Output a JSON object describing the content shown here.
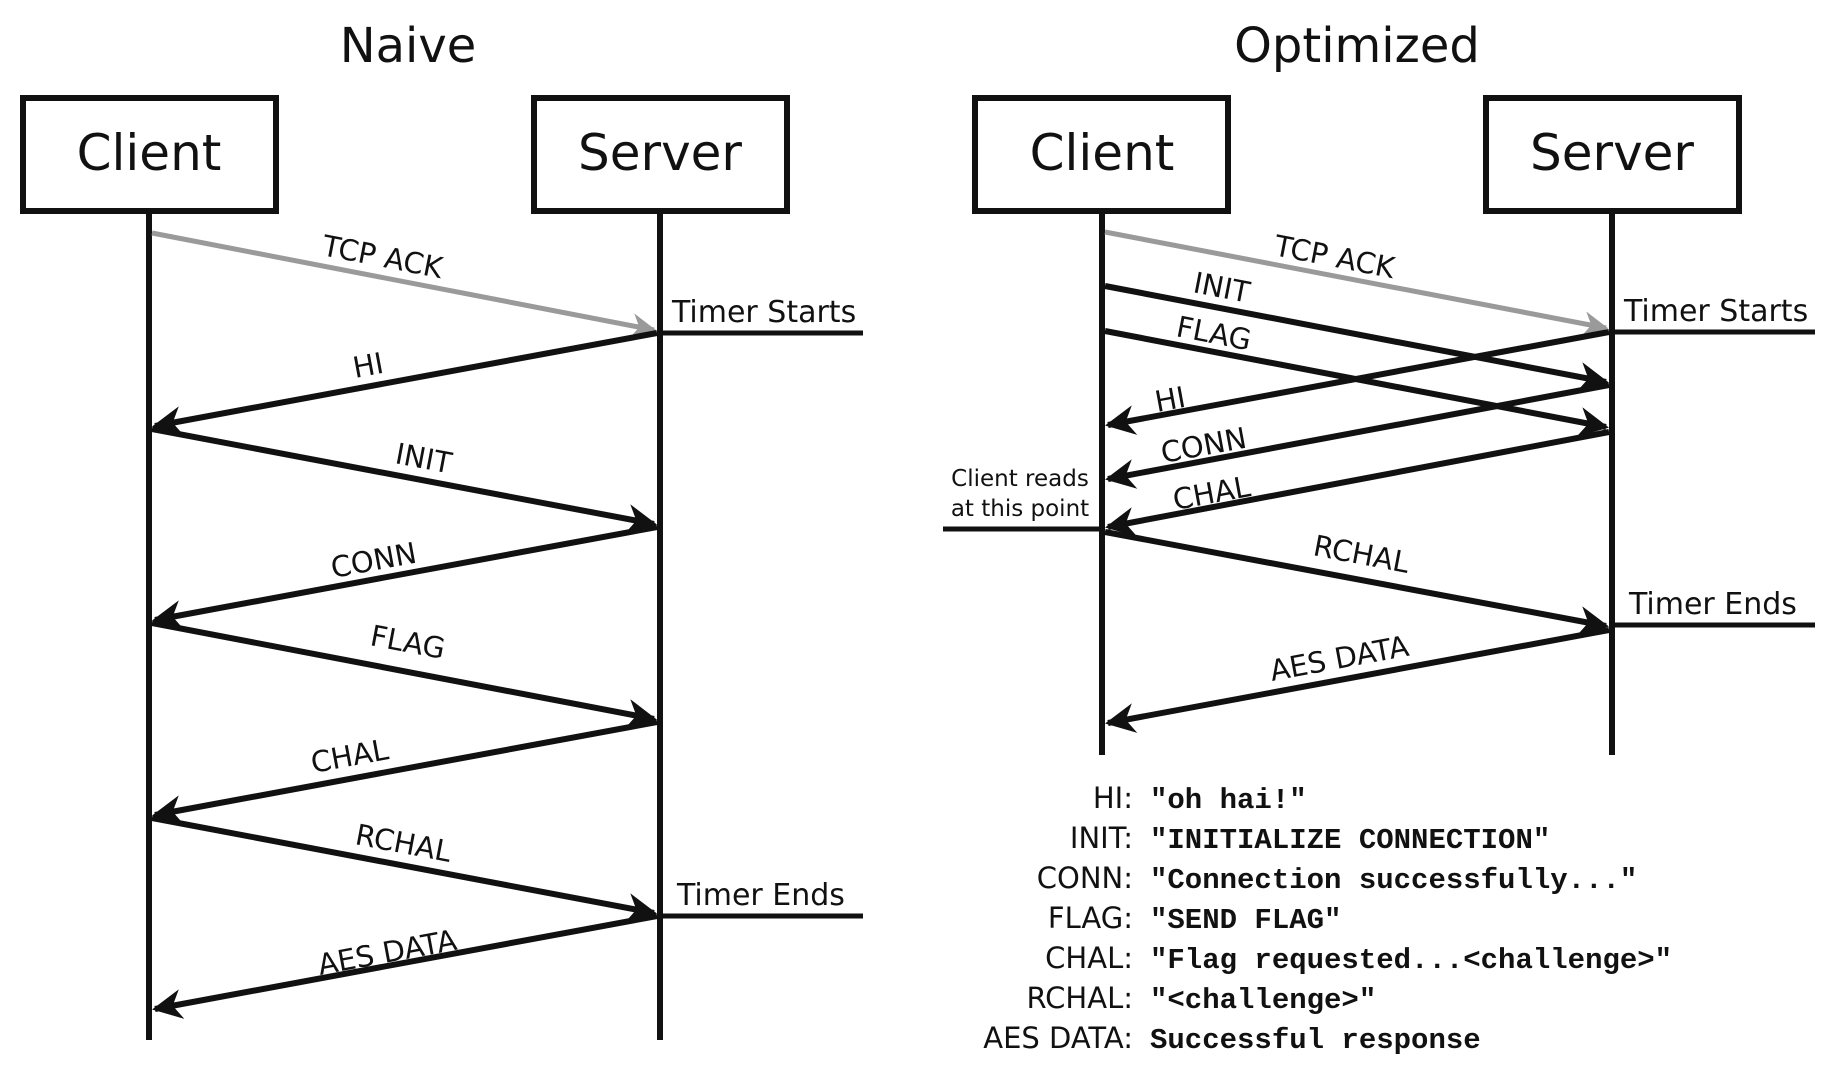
{
  "naive": {
    "title": "Naive",
    "client": "Client",
    "server": "Server",
    "timer_start": "Timer Starts",
    "timer_end": "Timer Ends",
    "messages": [
      "TCP ACK",
      "HI",
      "INIT",
      "CONN",
      "FLAG",
      "CHAL",
      "RCHAL",
      "AES DATA"
    ]
  },
  "optimized": {
    "title": "Optimized",
    "client": "Client",
    "server": "Server",
    "timer_start": "Timer Starts",
    "timer_end": "Timer Ends",
    "note_line1": "Client reads",
    "note_line2": "at this point",
    "messages": [
      "TCP ACK",
      "INIT",
      "FLAG",
      "HI",
      "CONN",
      "CHAL",
      "RCHAL",
      "AES DATA"
    ]
  },
  "legend": [
    {
      "key": "HI:",
      "value": "\"oh hai!\""
    },
    {
      "key": "INIT:",
      "value": "\"INITIALIZE CONNECTION\""
    },
    {
      "key": "CONN:",
      "value": "\"Connection successfully...\""
    },
    {
      "key": "FLAG:",
      "value": "\"SEND FLAG\""
    },
    {
      "key": "CHAL:",
      "value": "\"Flag requested...<challenge>\""
    },
    {
      "key": "RCHAL:",
      "value": "\"<challenge>\""
    },
    {
      "key": "AES DATA:",
      "value": "Successful response"
    }
  ],
  "colors": {
    "line": "#111111",
    "tcp_ack": "#9a9a9a"
  }
}
